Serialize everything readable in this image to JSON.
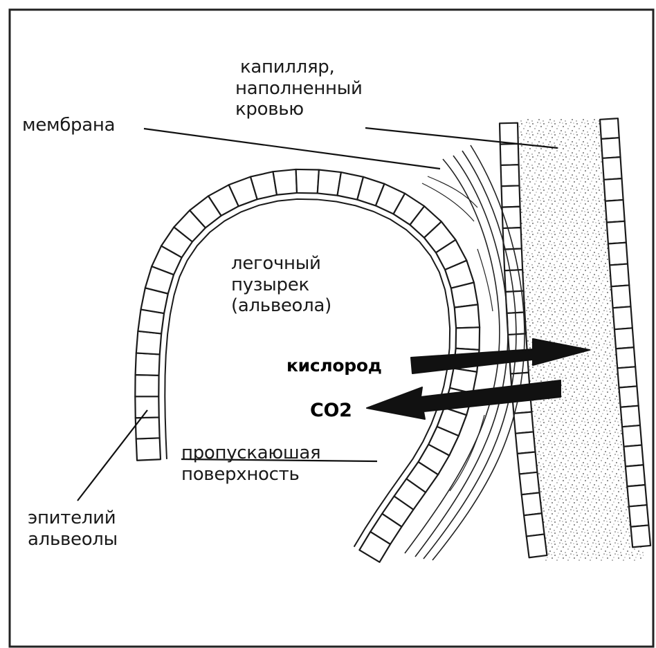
{
  "labels": {
    "capillary": [
      "капилляр,",
      "наполненный",
      "кровью"
    ],
    "membrane": "мембрана",
    "alveolus": [
      "легочный",
      "пузырек",
      "(альвеола)"
    ],
    "oxygen": "кислород",
    "co2": "CO2",
    "surface": [
      "пропускаюшая",
      "поверхность"
    ],
    "epithelium": [
      "эпителий",
      "альвеолы"
    ]
  },
  "colors": {
    "ink": "#1a1a1a",
    "background": "#ffffff",
    "blood_stipple": "#444444"
  }
}
